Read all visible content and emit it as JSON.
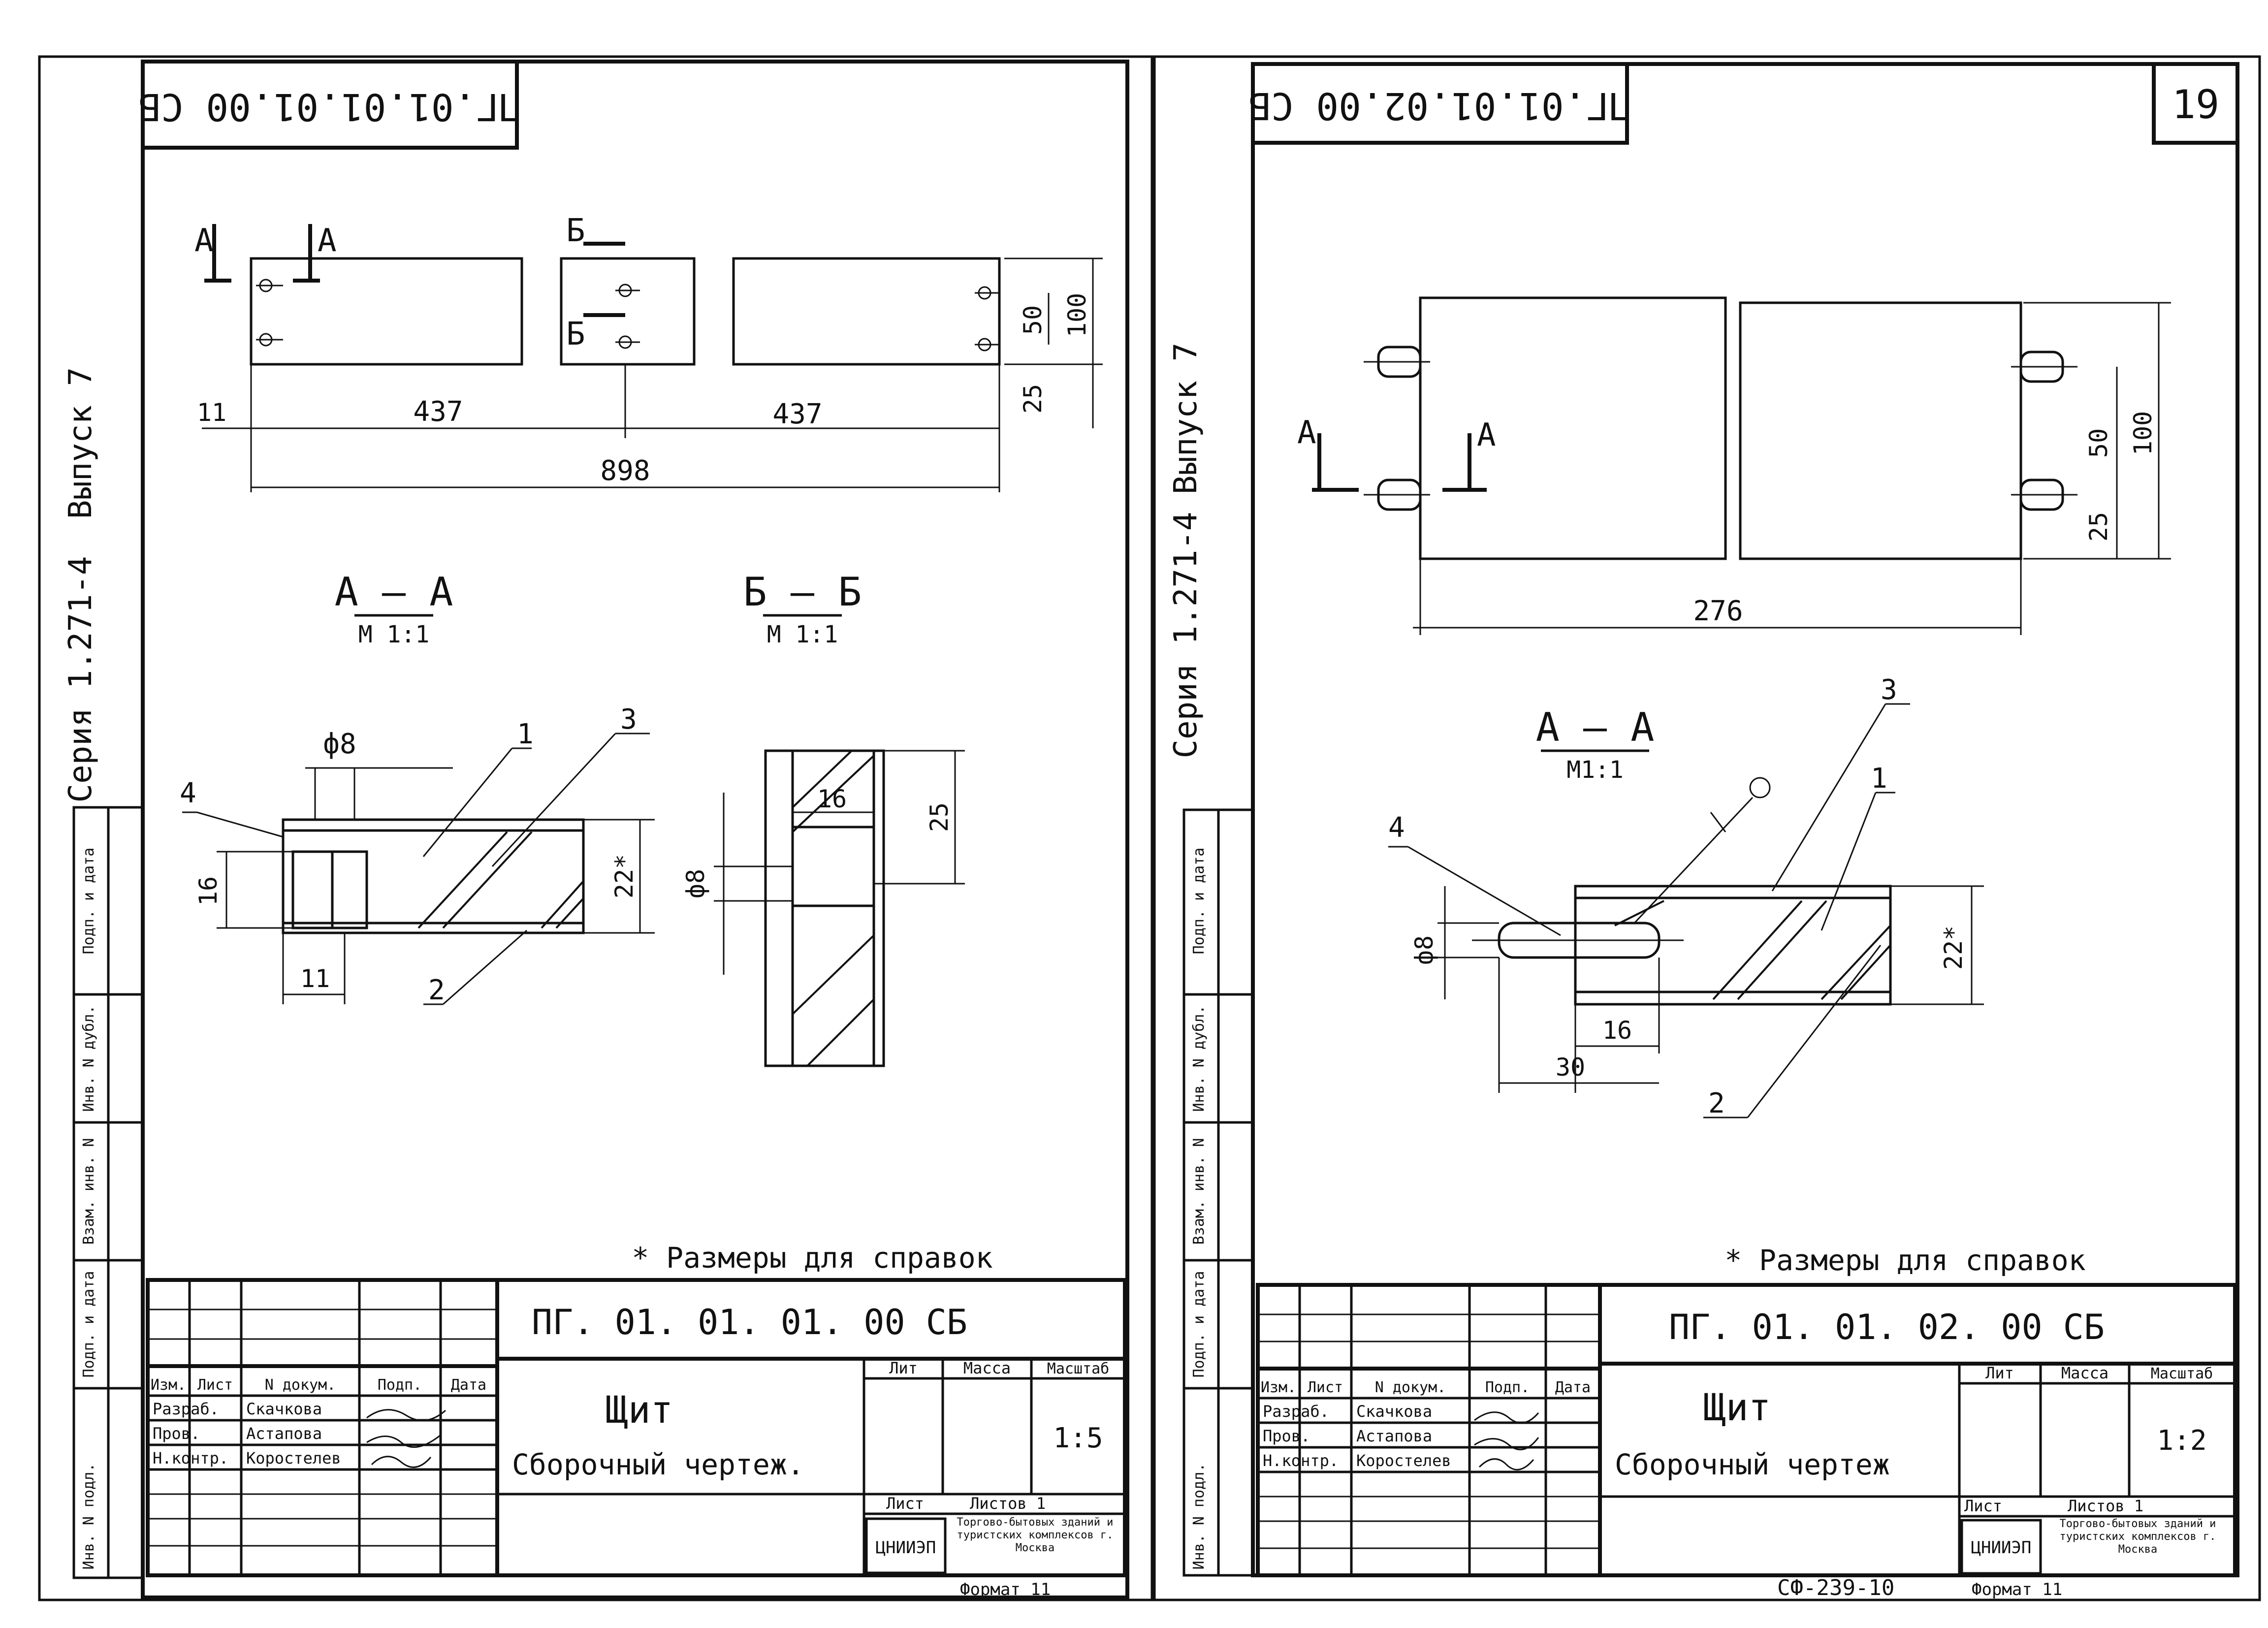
{
  "sheet_left": {
    "code_stamp": "ПГ.01.01.01.00 СБ",
    "side_series": "Серия 1.271-4",
    "side_issue": "Выпуск 7",
    "dims_top": [
      "437",
      "437",
      "898",
      "11",
      "50",
      "100",
      "25"
    ],
    "section_marks": [
      "А",
      "А",
      "Б",
      "Б"
    ],
    "section_aa_title": "А – А",
    "section_aa_scale": "М 1:1",
    "section_bb_title": "Б – Б",
    "section_bb_scale": "М 1:1",
    "aa_dims": [
      "ф8",
      "16",
      "11",
      "22*"
    ],
    "bb_dims": [
      "16",
      "25",
      "ф8"
    ],
    "positions": [
      "1",
      "2",
      "3",
      "4"
    ],
    "note": "* Размеры для справок",
    "title_block": {
      "code": "ПГ. 01. 01. 01. 00 СБ",
      "name": "Щит",
      "subtitle": "Сборочный чертеж.",
      "header_cols": [
        "Изм.",
        "Лист",
        "N докум.",
        "Подп.",
        "Дата"
      ],
      "rows": [
        {
          "role": "Разраб.",
          "name": "Скачкова"
        },
        {
          "role": "Пров.",
          "name": "Астапова"
        },
        {
          "role": "Н.контр.",
          "name": "Коростелев"
        }
      ],
      "lit_label": "Лит",
      "mass_label": "Масса",
      "scale_label": "Масштаб",
      "scale_value": "1:5",
      "sheet_label": "Лист",
      "sheets_label": "Листов 1",
      "org_logo": "ЦНИИЭП",
      "org_name": "Торгово-бытовых зданий и туристских комплексов г. Москва"
    },
    "side_stamp_cols": [
      "Инв. N подл.",
      "Подп. и дата",
      "Взам. инв. N",
      "Инв. N дубл.",
      "Подп. и дата"
    ],
    "format_label": "Формат 11"
  },
  "sheet_right": {
    "code_stamp": "ПГ.01.01.02.00 СБ",
    "page_number": "19",
    "side_series": "Серия 1.271-4",
    "side_issue": "Выпуск 7",
    "dims_top": [
      "276",
      "50",
      "100",
      "25"
    ],
    "section_marks": [
      "А",
      "А"
    ],
    "section_aa_title": "А — А",
    "section_aa_scale": "М1:1",
    "aa_dims": [
      "ф8",
      "16",
      "30",
      "22*"
    ],
    "positions": [
      "1",
      "2",
      "3",
      "4"
    ],
    "note": "* Размеры для справок",
    "title_block": {
      "code": "ПГ. 01. 01. 02. 00 СБ",
      "name": "Щит",
      "subtitle": "Сборочный чертеж",
      "header_cols": [
        "Изм.",
        "Лист",
        "N докум.",
        "Подп.",
        "Дата"
      ],
      "rows": [
        {
          "role": "Разраб.",
          "name": "Скачкова"
        },
        {
          "role": "Пров.",
          "name": "Астапова"
        },
        {
          "role": "Н.контр.",
          "name": "Коростелев"
        }
      ],
      "lit_label": "Лит",
      "mass_label": "Масса",
      "scale_label": "Масштаб",
      "scale_value": "1:2",
      "sheet_label": "Лист",
      "sheets_label": "Листов 1",
      "org_logo": "ЦНИИЭП",
      "org_name": "Торгово-бытовых зданий и туристских комплексов г. Москва"
    },
    "side_stamp_cols": [
      "Инв. N подл.",
      "Подп. и дата",
      "Взам. инв. N",
      "Инв. N дубл.",
      "Подп. и дата"
    ],
    "format_label": "Формат 11",
    "archive_code": "СФ-239-10"
  }
}
